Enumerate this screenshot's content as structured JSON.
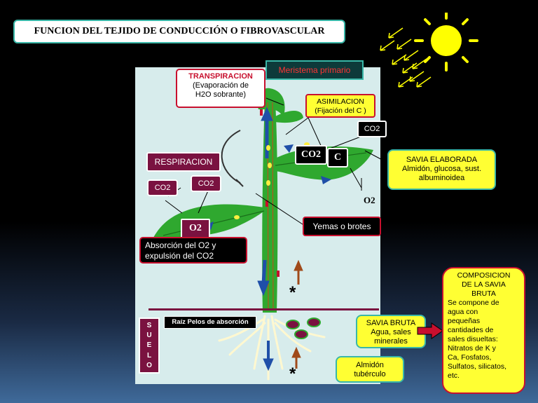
{
  "title": "FUNCION DEL TEJIDO DE CONDUCCIÓN O FIBROVASCULAR",
  "labels": {
    "meristema": "Meristema primario",
    "transpiracion_title": "TRANSPIRACION",
    "transpiracion_desc1": "(Evaporación de",
    "transpiracion_desc2": "H2O sobrante)",
    "asimilacion_title": "ASIMILACION",
    "asimilacion_desc": "(Fijación del C )",
    "co2_top": "CO2",
    "co2_mid": "CO2",
    "c": "C",
    "o2_right": "O2",
    "respiracion": "RESPIRACION",
    "co2_left1": "CO2",
    "co2_left2": "CO2",
    "o2_leaf": "O2",
    "absorcion1": "Absorción del O2 y",
    "absorcion2": "expulsión del CO2",
    "yemas": "Yemas o brotes",
    "savia_elaborada_title": "SAVIA ELABORADA",
    "savia_elaborada_desc1": "Almidón, glucosa, sust.",
    "savia_elaborada_desc2": "albuminoidea",
    "raiz": "Raíz Pelos de absorción",
    "suelo": [
      "S",
      "U",
      "E",
      "L",
      "O"
    ],
    "savia_bruta_title": "SAVIA BRUTA",
    "savia_bruta_desc1": "Agua, sales",
    "savia_bruta_desc2": "minerales",
    "almidon1": "Almidón",
    "almidon2": "tubérculo",
    "asterisk_stem": "*",
    "asterisk_root": "*"
  },
  "composicion": {
    "title1": "COMPOSICION",
    "title2": "DE LA SAVIA",
    "title3": "BRUTA",
    "lines": [
      "Se compone de",
      "agua  con",
      "pequeñas",
      "cantidades de",
      "sales disueltas:",
      "Nitratos de K y",
      "Ca, Fosfatos,",
      "Sulfatos, silicatos,",
      "etc."
    ]
  },
  "colors": {
    "plant_green": "#2fa82f",
    "panel_bg": "#d7ecec",
    "label_border_red": "#c8102e",
    "maroon": "#7a1240",
    "yellow_box": "#ffff33",
    "sun": "#ffff00",
    "arrow_blue": "#1f4fa8",
    "arrow_brown": "#a04a1a"
  }
}
